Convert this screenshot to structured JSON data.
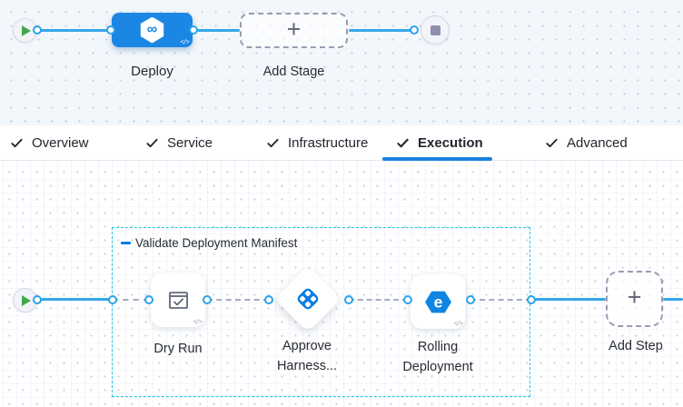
{
  "top_pipeline": {
    "deploy_stage": {
      "label": "Deploy",
      "yaml_badge": "</>"
    },
    "add_stage": {
      "label": "Add Stage",
      "plus": "+"
    }
  },
  "icons": {
    "infinity_glyph": "∞",
    "rolling_glyph": "e",
    "names": [
      "play-icon",
      "stop-icon",
      "harness-cd-hexagon-icon",
      "yaml-code-icon",
      "checkmark-icon",
      "dry-run-window-check-icon",
      "approval-diamond-icon",
      "rolling-deployment-hexagon-icon",
      "plus-icon",
      "collapse-minus-icon"
    ]
  },
  "tabs": {
    "items": [
      {
        "label": "Overview",
        "active": false
      },
      {
        "label": "Service",
        "active": false
      },
      {
        "label": "Infrastructure",
        "active": false
      },
      {
        "label": "Execution",
        "active": true
      },
      {
        "label": "Advanced",
        "active": false
      }
    ]
  },
  "execution_graph": {
    "step_group": {
      "label": "Validate Deployment Manifest"
    },
    "steps": [
      {
        "label": "Dry Run",
        "yaml_badge": "</>"
      },
      {
        "label": "Approve Harness..."
      },
      {
        "label": "Rolling Deployment",
        "yaml_badge": "</>"
      }
    ],
    "add_step": {
      "label": "Add Step",
      "plus": "+"
    }
  },
  "colors": {
    "accent_blue": "#1a7fdc",
    "node_blue": "#1b86e3",
    "connector_blue": "#35a7e9",
    "group_border_cyan": "#20c3e6",
    "approval_blue": "#0b7de2",
    "play_green": "#43a84c",
    "stop_gray": "#8f90a9"
  }
}
